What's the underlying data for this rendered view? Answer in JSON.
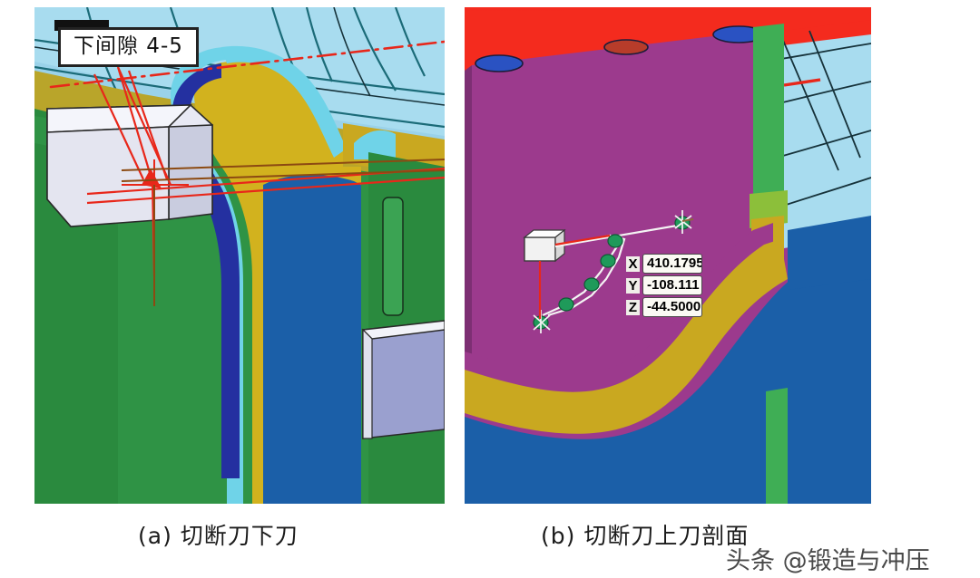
{
  "figure": {
    "panels": [
      {
        "id": "a",
        "caption": "(a) 切断刀下刀",
        "callout_label": "下间隙 4-5"
      },
      {
        "id": "b",
        "caption": "(b) 切断刀上刀剖面"
      }
    ],
    "coordinates": {
      "x_axis_label": "X",
      "y_axis_label": "Y",
      "z_axis_label": "Z",
      "x_value": "410.1795",
      "y_value": "-108.111",
      "z_value": "-44.5000"
    },
    "watermark": "头条 @锻造与冲压",
    "colors": {
      "green_base": "#2a8a3e",
      "green_dark": "#1f7a34",
      "gold": "#c9a820",
      "blue_deep": "#1b5fa8",
      "blue_navy": "#2430a0",
      "cyan": "#5ec8e0",
      "sky": "#a8dcef",
      "teal_line": "#1b6b78",
      "magenta": "#9c3a8d",
      "red": "#f42b1e",
      "white_block": "#e8e9f4",
      "lavender": "#9aa0cf",
      "red_leader": "#e8271a",
      "node_green": "#1f9a5a"
    }
  }
}
